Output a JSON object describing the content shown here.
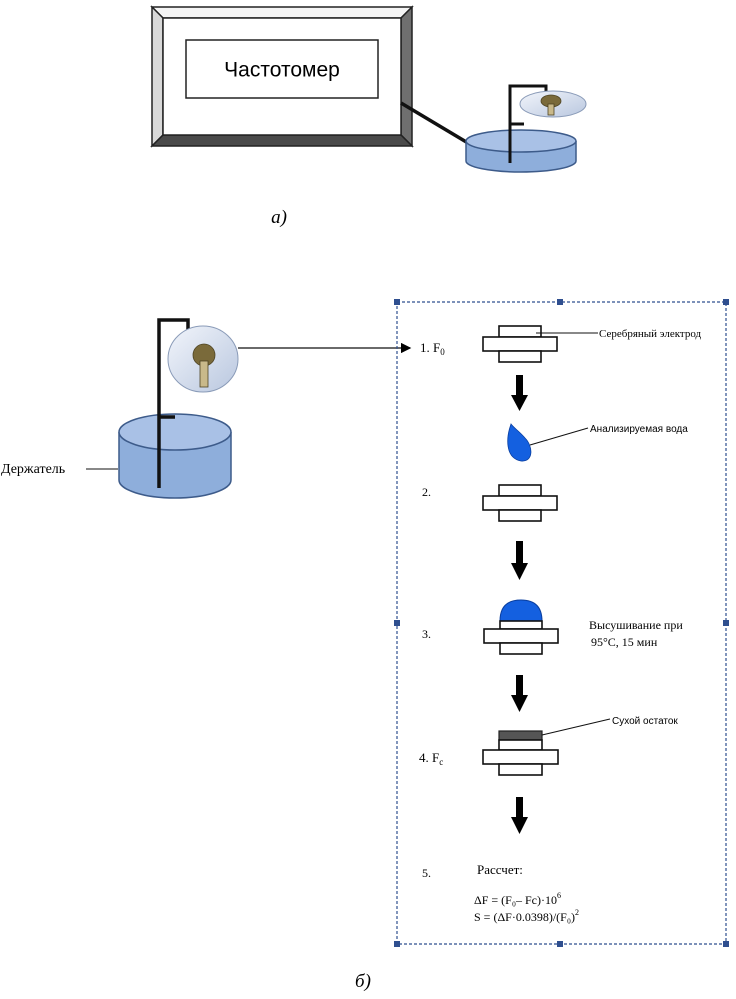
{
  "part_a": {
    "device_label": "Частотомер",
    "caption": "а)"
  },
  "part_b": {
    "caption": "б)",
    "holder_label": "Держатель",
    "steps": [
      {
        "number": "1.",
        "symbol": "F",
        "subscript": "0"
      },
      {
        "number": "2."
      },
      {
        "number": "3."
      },
      {
        "number": "4.",
        "symbol": "F",
        "subscript": "c"
      },
      {
        "number": "5."
      }
    ],
    "labels": {
      "silver_electrode": "Серебряный электрод",
      "analyzed_water": "Анализируемая вода",
      "drying_line1": "Высушивание при",
      "drying_line2": "95°C, 15 мин",
      "dry_residue": "Сухой остаток",
      "calculation": "Рассчет:"
    },
    "formula": {
      "line1_main": "ΔF = (F₀– Fс)·10",
      "line1_exp": "6",
      "line2_main": "S = (ΔF·0.0398)/(F₀)",
      "line2_exp": "2"
    }
  },
  "colors": {
    "water_fill": "#8eaedb",
    "water_stroke": "#3d5b8a",
    "drop_blue": "#1460e0",
    "electrode_olive": "#7a6a3a",
    "frame_dashed": "#2f4f8f"
  }
}
